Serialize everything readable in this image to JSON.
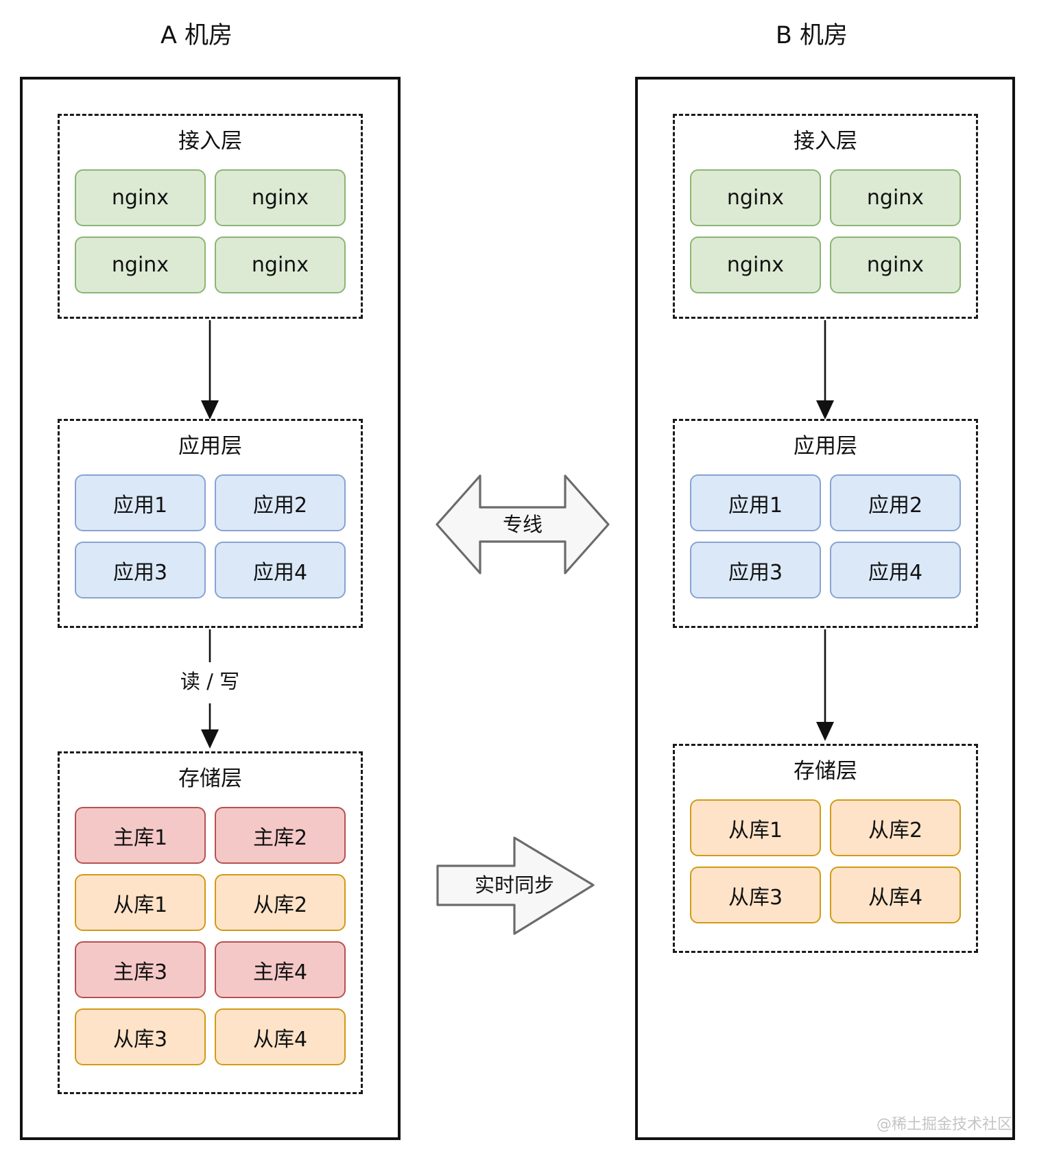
{
  "watermark": {
    "text": "@稀土掘金技术社区",
    "color": "#c4c4c4"
  },
  "arrows": {
    "dedicated_line": {
      "label": "专线"
    },
    "realtime_sync": {
      "label": "实时同步"
    },
    "read_write": {
      "label": "读 / 写"
    }
  },
  "colors": {
    "green_fill": "#dcead4",
    "green_border": "#8ab573",
    "blue_fill": "#dbe8f8",
    "blue_border": "#87a3cf",
    "red_fill": "#f5c8c8",
    "red_border": "#b4524e",
    "orange_fill": "#fee3c8",
    "orange_border": "#d09b16",
    "block_arrow_fill": "#f7f7f7",
    "block_arrow_stroke": "#6b6b6b"
  },
  "datacenters": [
    {
      "title": "A 机房",
      "layers": [
        {
          "title": "接入层",
          "nodes": [
            {
              "name": "node-a-access-nginx-1",
              "label": "nginx",
              "color": "green"
            },
            {
              "name": "node-a-access-nginx-2",
              "label": "nginx",
              "color": "green"
            },
            {
              "name": "node-a-access-nginx-3",
              "label": "nginx",
              "color": "green"
            },
            {
              "name": "node-a-access-nginx-4",
              "label": "nginx",
              "color": "green"
            }
          ]
        },
        {
          "title": "应用层",
          "nodes": [
            {
              "name": "node-a-app-1",
              "label": "应用1",
              "color": "blue"
            },
            {
              "name": "node-a-app-2",
              "label": "应用2",
              "color": "blue"
            },
            {
              "name": "node-a-app-3",
              "label": "应用3",
              "color": "blue"
            },
            {
              "name": "node-a-app-4",
              "label": "应用4",
              "color": "blue"
            }
          ]
        },
        {
          "title": "存储层",
          "nodes": [
            {
              "name": "node-a-master-db-1",
              "label": "主库1",
              "color": "red"
            },
            {
              "name": "node-a-master-db-2",
              "label": "主库2",
              "color": "red"
            },
            {
              "name": "node-a-slave-db-1",
              "label": "从库1",
              "color": "orange"
            },
            {
              "name": "node-a-slave-db-2",
              "label": "从库2",
              "color": "orange"
            },
            {
              "name": "node-a-master-db-3",
              "label": "主库3",
              "color": "red"
            },
            {
              "name": "node-a-master-db-4",
              "label": "主库4",
              "color": "red"
            },
            {
              "name": "node-a-slave-db-3",
              "label": "从库3",
              "color": "orange"
            },
            {
              "name": "node-a-slave-db-4",
              "label": "从库4",
              "color": "orange"
            }
          ]
        }
      ]
    },
    {
      "title": "B 机房",
      "layers": [
        {
          "title": "接入层",
          "nodes": [
            {
              "name": "node-b-access-nginx-1",
              "label": "nginx",
              "color": "green"
            },
            {
              "name": "node-b-access-nginx-2",
              "label": "nginx",
              "color": "green"
            },
            {
              "name": "node-b-access-nginx-3",
              "label": "nginx",
              "color": "green"
            },
            {
              "name": "node-b-access-nginx-4",
              "label": "nginx",
              "color": "green"
            }
          ]
        },
        {
          "title": "应用层",
          "nodes": [
            {
              "name": "node-b-app-1",
              "label": "应用1",
              "color": "blue"
            },
            {
              "name": "node-b-app-2",
              "label": "应用2",
              "color": "blue"
            },
            {
              "name": "node-b-app-3",
              "label": "应用3",
              "color": "blue"
            },
            {
              "name": "node-b-app-4",
              "label": "应用4",
              "color": "blue"
            }
          ]
        },
        {
          "title": "存储层",
          "nodes": [
            {
              "name": "node-b-slave-db-1",
              "label": "从库1",
              "color": "orange"
            },
            {
              "name": "node-b-slave-db-2",
              "label": "从库2",
              "color": "orange"
            },
            {
              "name": "node-b-slave-db-3",
              "label": "从库3",
              "color": "orange"
            },
            {
              "name": "node-b-slave-db-4",
              "label": "从库4",
              "color": "orange"
            }
          ]
        }
      ]
    }
  ]
}
